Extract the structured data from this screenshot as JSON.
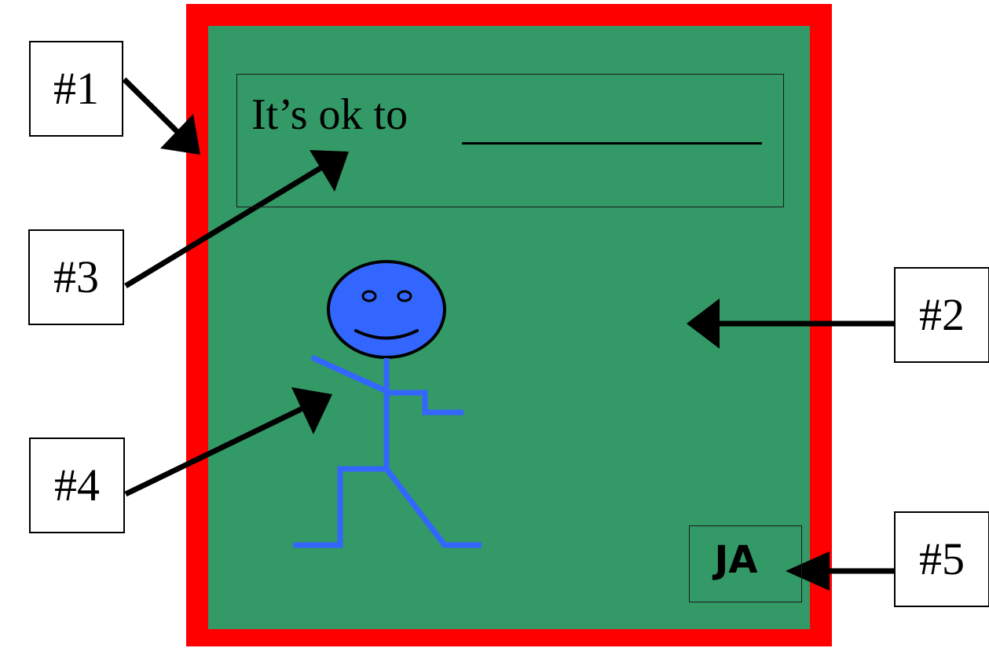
{
  "caption": {
    "text": "It’s ok to"
  },
  "initials": {
    "text": "JA"
  },
  "labels": [
    "#1",
    "#2",
    "#3",
    "#4",
    "#5"
  ],
  "colors": {
    "border": "#ff0000",
    "card": "#339966",
    "figure": "#3366ff",
    "ink": "#000000"
  }
}
